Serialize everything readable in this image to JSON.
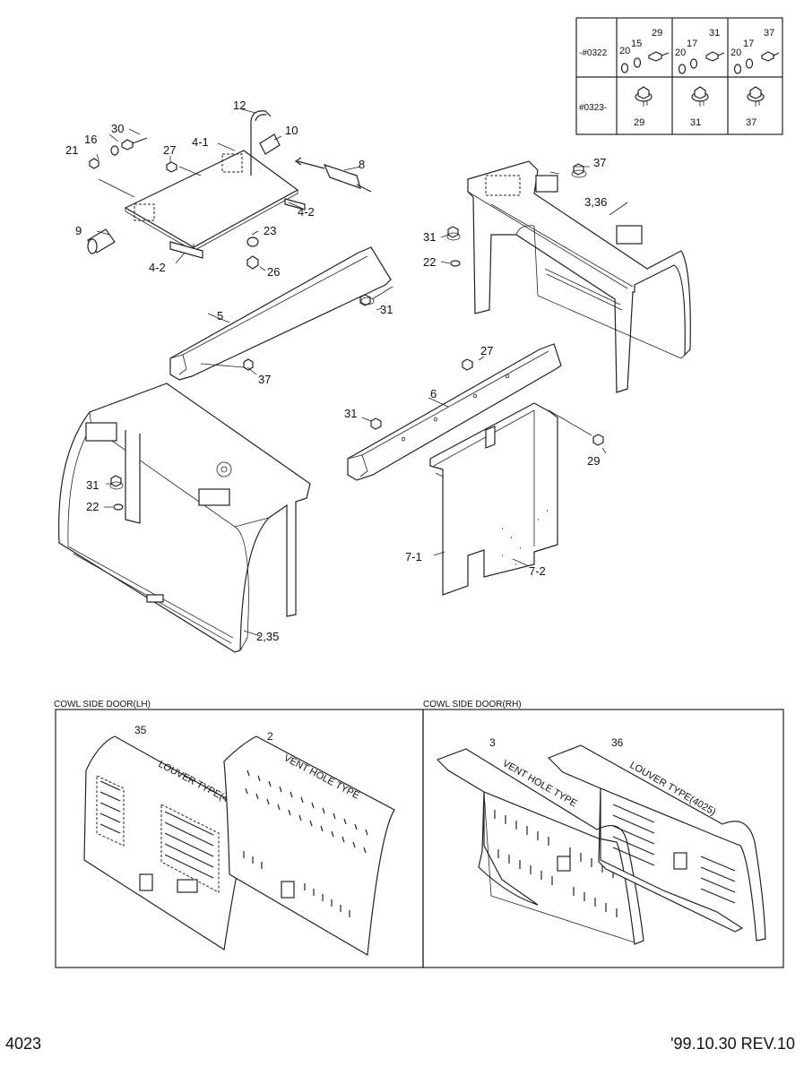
{
  "parts_table": {
    "row1_label": "-#0322",
    "row2_label": "#0323-",
    "col1_top": [
      "20",
      "15",
      "29"
    ],
    "col2_top": [
      "20",
      "17",
      "31"
    ],
    "col3_top": [
      "20",
      "17",
      "37"
    ],
    "col1_bottom": "29",
    "col2_bottom": "31",
    "col3_bottom": "37"
  },
  "callouts": {
    "c12": "12",
    "c30": "30",
    "c16": "16",
    "c21": "21",
    "c27a": "27",
    "c4_1": "4-1",
    "c10": "10",
    "c8": "8",
    "c4_2a": "4-2",
    "c9": "9",
    "c23": "23",
    "c4_2b": "4-2",
    "c26": "26",
    "c5": "5",
    "c31a": "31",
    "c37a": "37",
    "c37b": "37",
    "c3_36": "3,36",
    "c31b": "31",
    "c22a": "22",
    "c27b": "27",
    "c6": "6",
    "c31c": "31",
    "c29": "29",
    "c31d": "31",
    "c22b": "22",
    "c7_1": "7-1",
    "c7_2": "7-2",
    "c2_35": "2,35"
  },
  "lh_panel": {
    "title": "COWL SIDE DOOR(LH)",
    "num_a": "35",
    "num_b": "2",
    "label_a": "LOUVER TYPE(4024)",
    "label_b": "VENT HOLE TYPE"
  },
  "rh_panel": {
    "title": "COWL SIDE DOOR(RH)",
    "num_a": "3",
    "num_b": "36",
    "label_a": "VENT HOLE TYPE",
    "label_b": "LOUVER TYPE(4025)"
  },
  "footer": {
    "page": "4023",
    "revision": "'99.10.30  REV.10"
  }
}
